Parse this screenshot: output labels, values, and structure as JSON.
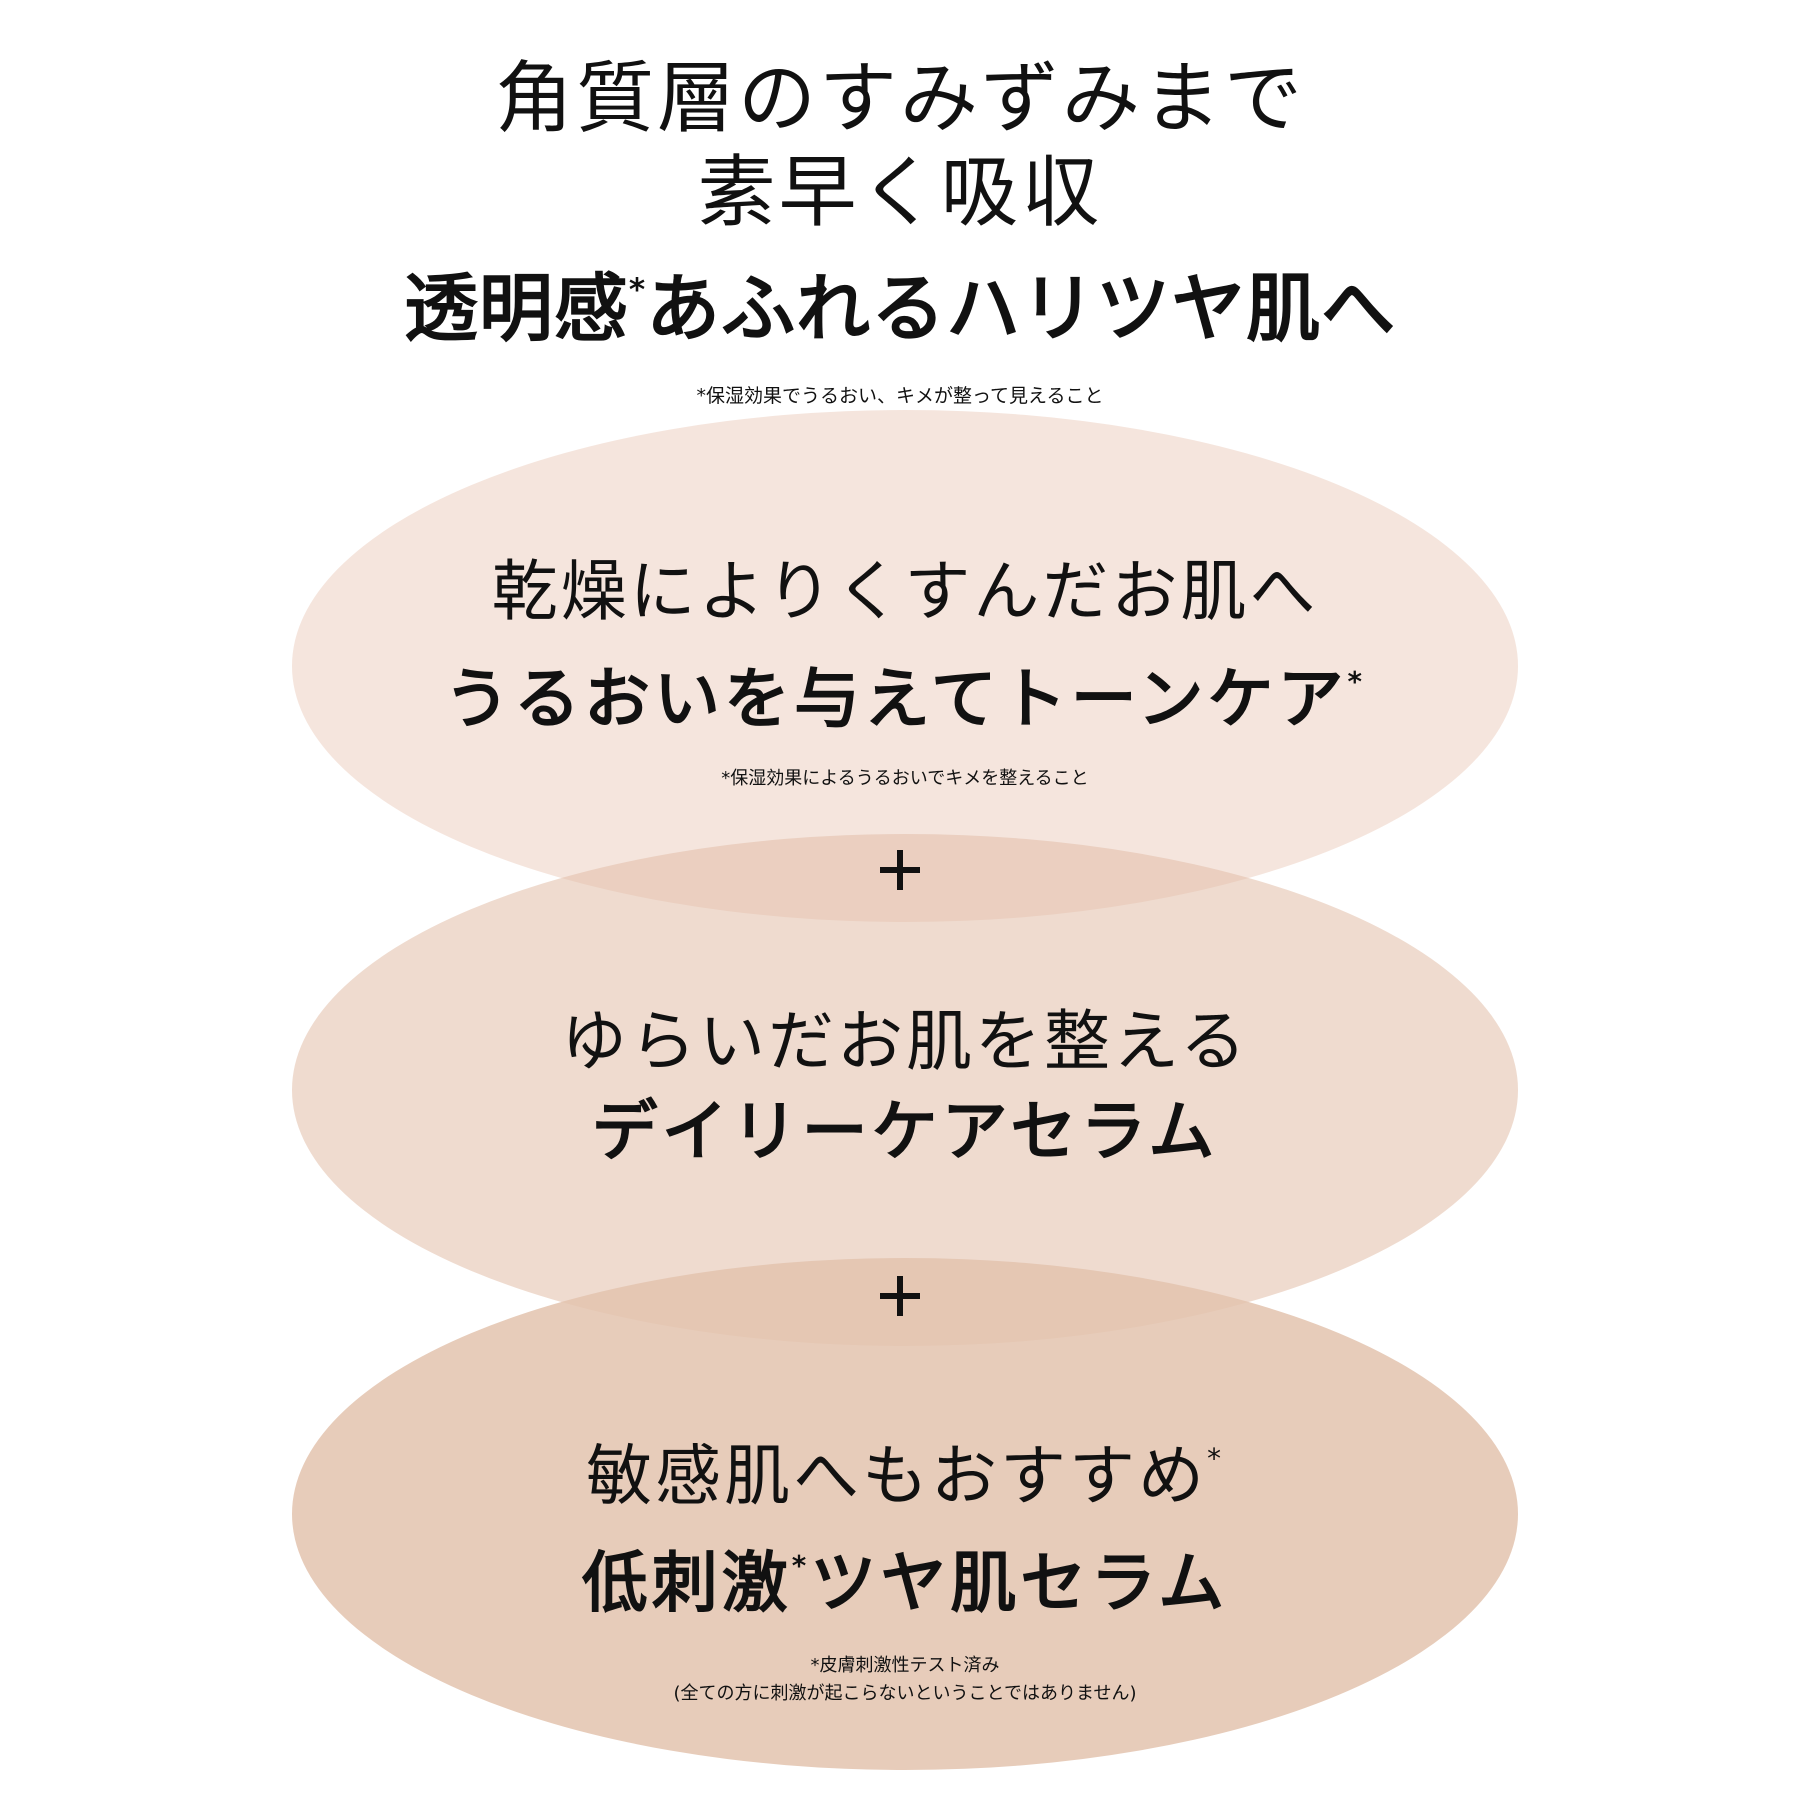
{
  "header": {
    "line1": "角質層のすみずみまで",
    "line2": "素早く吸収",
    "line3_a": "透明感",
    "line3_mark": "*",
    "line3_b": "あふれるハリツヤ肌へ",
    "note": "*保湿効果でうるおい、キメが整って見えること"
  },
  "blocks": [
    {
      "line1": "乾燥によりくすんだお肌へ",
      "line2": "うるおいを与えてトーンケア",
      "line2_mark": "*",
      "note": "*保湿効果によるうるおいでキメを整えること"
    },
    {
      "line1": "ゆらいだお肌を整える",
      "line2": "デイリーケアセラム"
    },
    {
      "line1": "敏感肌へもおすすめ",
      "line1_mark": "*",
      "line2_a": "低刺激",
      "line2_mark": "*",
      "line2_b": "ツヤ肌セラム",
      "note1": "*皮膚刺激性テスト済み",
      "note2": "(全ての方に刺激が起こらないということではありません)"
    }
  ],
  "colors": {
    "oval_1": "#f3e3da",
    "oval_2": "#ecd4c6",
    "oval_3": "#e3c3ae",
    "text": "#111111"
  }
}
